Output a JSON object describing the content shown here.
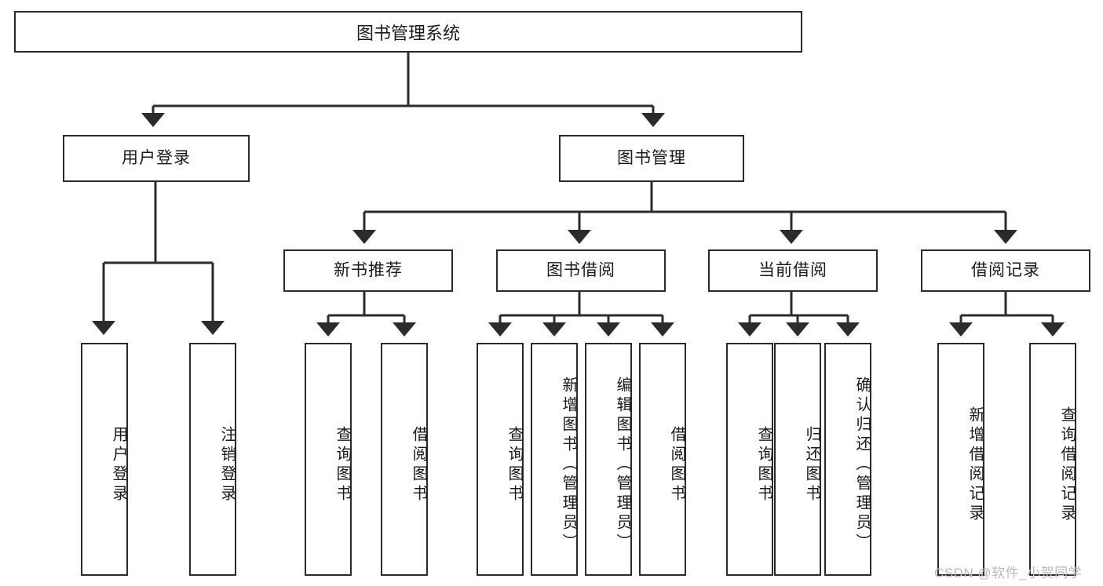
{
  "diagram": {
    "type": "tree-hierarchy-chart",
    "title": "图书管理系统",
    "root": {
      "label": "图书管理系统"
    },
    "level2": [
      {
        "id": "user-login",
        "label": "用户登录"
      },
      {
        "id": "book-manage",
        "label": "图书管理"
      }
    ],
    "level3": [
      {
        "id": "new-book-recommend",
        "label": "新书推荐",
        "parent": "book-manage"
      },
      {
        "id": "book-borrow",
        "label": "图书借阅",
        "parent": "book-manage"
      },
      {
        "id": "current-borrow",
        "label": "当前借阅",
        "parent": "book-manage"
      },
      {
        "id": "borrow-record",
        "label": "借阅记录",
        "parent": "book-manage"
      }
    ],
    "leaves": [
      {
        "id": "leaf-user-login",
        "label": "用户登录",
        "parent": "user-login"
      },
      {
        "id": "leaf-logout-login",
        "label": "注销登录",
        "parent": "user-login"
      },
      {
        "id": "leaf-query-book-1",
        "label": "查询图书",
        "parent": "new-book-recommend"
      },
      {
        "id": "leaf-borrow-book-1",
        "label": "借阅图书",
        "parent": "new-book-recommend"
      },
      {
        "id": "leaf-query-book-2",
        "label": "查询图书",
        "parent": "book-borrow"
      },
      {
        "id": "leaf-add-book",
        "label": "新增图书（管理员）",
        "parent": "book-borrow"
      },
      {
        "id": "leaf-edit-book",
        "label": "编辑图书（管理员）",
        "parent": "book-borrow"
      },
      {
        "id": "leaf-borrow-book-2",
        "label": "借阅图书",
        "parent": "book-borrow"
      },
      {
        "id": "leaf-query-book-3",
        "label": "查询图书",
        "parent": "current-borrow"
      },
      {
        "id": "leaf-return-book",
        "label": "归还图书",
        "parent": "current-borrow"
      },
      {
        "id": "leaf-confirm-return",
        "label": "确认归还（管理员）",
        "parent": "current-borrow"
      },
      {
        "id": "leaf-add-record",
        "label": "新增借阅记录",
        "parent": "borrow-record"
      },
      {
        "id": "leaf-query-record",
        "label": "查询借阅记录",
        "parent": "borrow-record"
      }
    ],
    "colors": {
      "box_border": "#2b2b2b",
      "box_fill": "#ffffff",
      "connector": "#2b2b2b",
      "text": "#1a1a1a",
      "watermark": "#b9b9b9",
      "background": "#ffffff"
    }
  },
  "watermark": {
    "text": "CSDN @软件_小贺同学"
  }
}
